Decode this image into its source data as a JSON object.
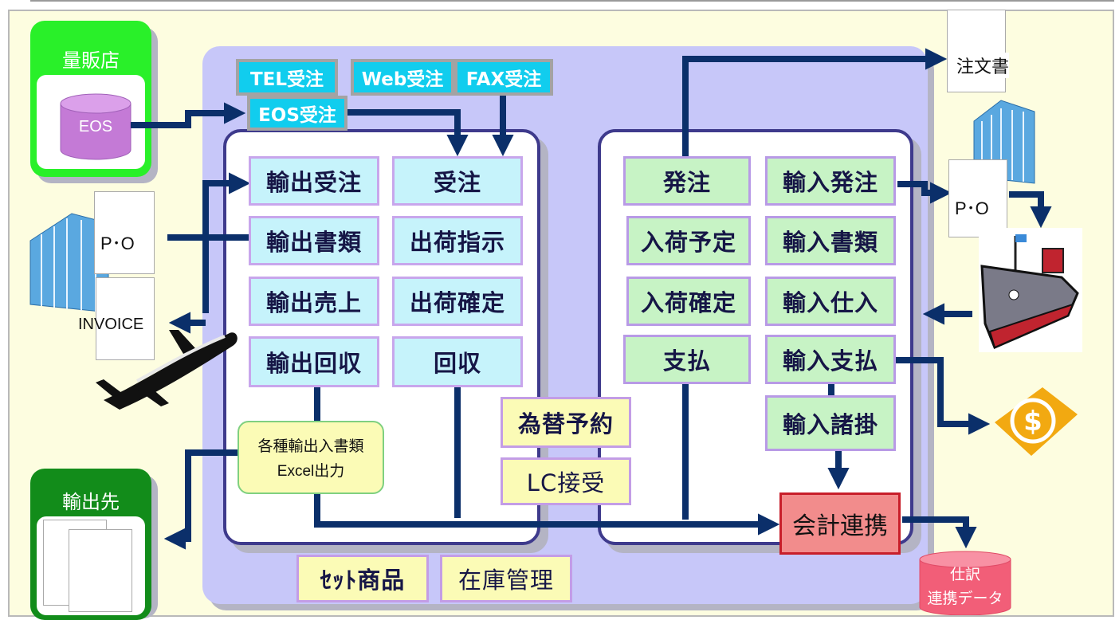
{
  "customers": {
    "mass_retailer": "量販店",
    "eos_db": "EOS",
    "export_dest": "輸出先"
  },
  "order_channels": {
    "tel": "TEL受注",
    "web": "Web受注",
    "fax": "FAX受注",
    "eos": "EOS受注"
  },
  "sales_module": {
    "export_order": "輸出受注",
    "export_docs": "輸出書類",
    "export_sales": "輸出売上",
    "export_collect": "輸出回収",
    "order": "受注",
    "ship_instruct": "出荷指示",
    "ship_confirm": "出荷確定",
    "collect": "回収"
  },
  "purchase_module": {
    "purchase_order": "発注",
    "import_order": "輸入発注",
    "arrival_plan": "入荷予定",
    "import_docs": "輸入書類",
    "arrival_confirm": "入荷確定",
    "import_purchase": "輸入仕入",
    "payment": "支払",
    "import_payment": "輸入支払",
    "import_charges": "輸入諸掛"
  },
  "center": {
    "fx_reserve": "為替予約",
    "lc_receive": "LC接受",
    "excel_output_line1": "各種輸出入書類",
    "excel_output_line2": "Excel出力"
  },
  "bottom": {
    "set_product": "ｾｯﾄ商品",
    "inventory": "在庫管理"
  },
  "accounting": {
    "link": "会計連携",
    "journal_line1": "仕訳",
    "journal_line2": "連携データ"
  },
  "documents": {
    "purchase_doc": "注文書",
    "po_right": "P･O",
    "po_left": "P･O",
    "invoice": "INVOICE"
  },
  "icons": {
    "building": "office-building-icon",
    "ship": "cargo-ship-icon",
    "plane": "airplane-icon",
    "money": "dollar-coin-icon"
  },
  "colors": {
    "lavender_area": "#c7c7f9",
    "panel_border": "#3e3a8c",
    "arrow": "#0b2f6a",
    "cyan_tag": "#11cdee",
    "customer_green": "#29f029",
    "export_green": "#128c1a",
    "accounting_red": "#f28c8c"
  }
}
